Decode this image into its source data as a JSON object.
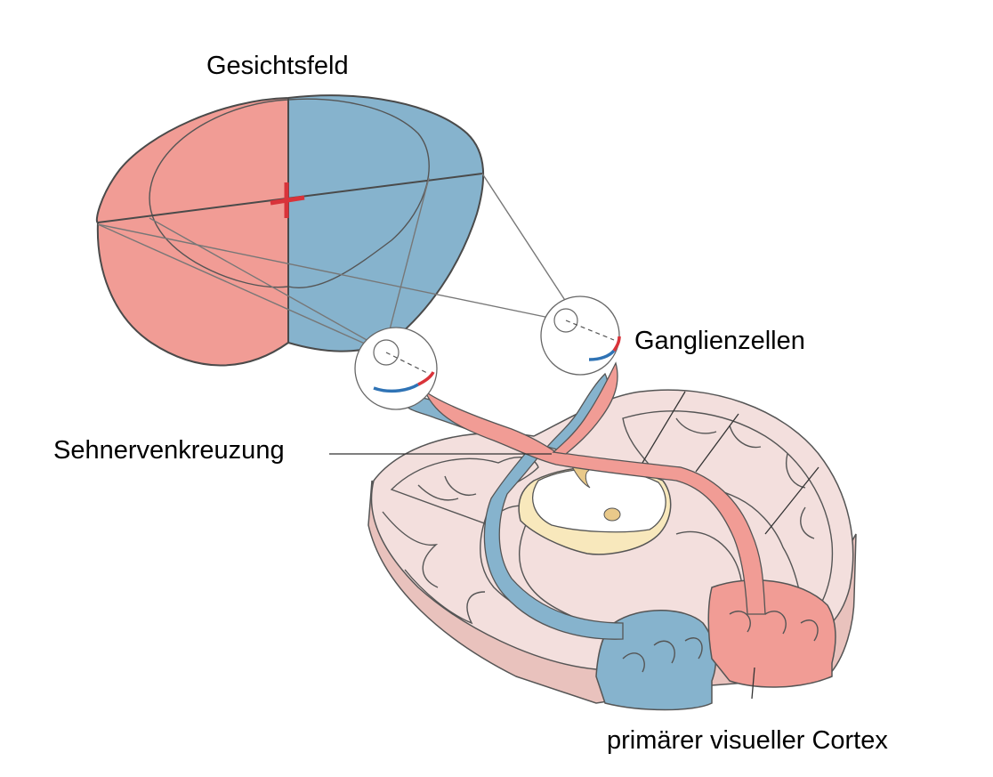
{
  "labels": {
    "visual_field": "Gesichtsfeld",
    "ganglion_cells": "Ganglienzellen",
    "optic_chiasm": "Sehnervenkreuzung",
    "primary_visual_cortex": "primärer visueller Cortex"
  },
  "colors": {
    "left_field": "#f19c95",
    "right_field": "#86b3cd",
    "brain_tissue": "#f3dfdd",
    "brain_side": "#e9c2bd",
    "white_matter": "#ffffff",
    "thalamus": "#f8e8bc",
    "fixation_cross": "#d9333a"
  }
}
